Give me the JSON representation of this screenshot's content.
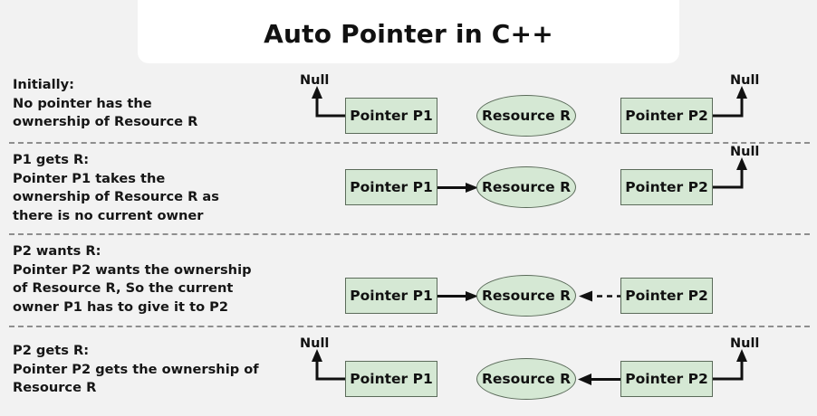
{
  "title": "Auto Pointer in C++",
  "theme": {
    "page_background": "#f2f2f2",
    "title_card_background": "#ffffff",
    "node_fill": "#d5e8d4",
    "node_stroke": "#5b6b5a",
    "text_color": "#111111",
    "separator_color": "#8e8e8e"
  },
  "labels": {
    "pointer_p1": "Pointer P1",
    "pointer_p2": "Pointer P2",
    "resource_r": "Resource R",
    "null": "Null"
  },
  "rows": [
    {
      "id": "initially",
      "heading": "Initially:",
      "description": "No pointer has the\nownership of Resource R",
      "desc_line_1": "No pointer has the",
      "desc_line_2": "ownership of Resource R",
      "p1_label": "Pointer P1",
      "p2_label": "Pointer P2",
      "resource_label": "Resource R",
      "p1_null_label": "Null",
      "p2_null_label": "Null",
      "p1_state": "null",
      "p2_state": "null",
      "edges": [
        {
          "from": "Pointer P1",
          "to": "Null",
          "style": "solid",
          "direction": "left-up"
        },
        {
          "from": "Pointer P2",
          "to": "Null",
          "style": "solid",
          "direction": "right-up"
        }
      ]
    },
    {
      "id": "p1-gets-r",
      "heading": "P1 gets R:",
      "description": "Pointer P1 takes the\nownership of Resource R as\nthere is no current owner",
      "desc_line_1": "Pointer P1 takes the",
      "desc_line_2": "ownership of Resource R as",
      "desc_line_3": "there is no current owner",
      "p1_label": "Pointer P1",
      "p2_label": "Pointer P2",
      "resource_label": "Resource R",
      "p2_null_label": "Null",
      "p1_state": "owns-resource",
      "p2_state": "null",
      "edges": [
        {
          "from": "Pointer P1",
          "to": "Resource R",
          "style": "solid",
          "direction": "right"
        },
        {
          "from": "Pointer P2",
          "to": "Null",
          "style": "solid",
          "direction": "right-up"
        }
      ]
    },
    {
      "id": "p2-wants-r",
      "heading": "P2 wants R:",
      "description": "Pointer P2 wants the ownership\nof Resource R, So the current\nowner P1 has to give it to P2",
      "desc_line_1": "Pointer P2 wants the ownership",
      "desc_line_2": "of Resource R, So the current",
      "desc_line_3": "owner P1 has to give it to P2",
      "p1_label": "Pointer P1",
      "p2_label": "Pointer P2",
      "resource_label": "Resource R",
      "p1_state": "owns-resource",
      "p2_state": "requesting-resource",
      "edges": [
        {
          "from": "Pointer P1",
          "to": "Resource R",
          "style": "solid",
          "direction": "right"
        },
        {
          "from": "Pointer P2",
          "to": "Resource R",
          "style": "dashed",
          "direction": "left"
        }
      ]
    },
    {
      "id": "p2-gets-r",
      "heading": "P2 gets R:",
      "description": "Pointer P2 gets the ownership of\nResource R",
      "desc_line_1": "Pointer P2 gets the ownership of",
      "desc_line_2": "Resource R",
      "p1_label": "Pointer P1",
      "p2_label": "Pointer P2",
      "resource_label": "Resource R",
      "p1_null_label": "Null",
      "p2_null_label": "Null",
      "p1_state": "null",
      "p2_state": "owns-resource",
      "edges": [
        {
          "from": "Pointer P1",
          "to": "Null",
          "style": "solid",
          "direction": "left-up"
        },
        {
          "from": "Pointer P2",
          "to": "Resource R",
          "style": "solid",
          "direction": "left"
        },
        {
          "from": "Pointer P2",
          "to": "Null",
          "style": "solid",
          "direction": "right-up"
        }
      ]
    }
  ]
}
